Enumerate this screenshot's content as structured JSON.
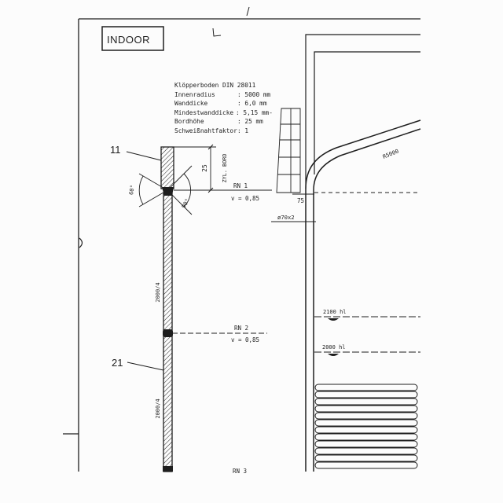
{
  "title_box": {
    "label": "INDOOR"
  },
  "spec": {
    "heading": "Klöpperboden DIN 28011",
    "rows": [
      {
        "label": "Innenradius",
        "value": ": 5000 mm"
      },
      {
        "label": "Wanddicke",
        "value": ": 6,0 mm"
      },
      {
        "label": "Mindestwanddicke",
        "value": ": 5,15 mm-"
      },
      {
        "label": "Bordhöhe",
        "value": ": 25 mm"
      },
      {
        "label": "Schweißnahtfaktor",
        "value": ": 1"
      }
    ]
  },
  "parts": {
    "upper": "11",
    "lower": "21"
  },
  "bord": {
    "height": "25",
    "label": "ZYL. BORD"
  },
  "angles": {
    "left": "60°",
    "right": "90°"
  },
  "seams": [
    {
      "name": "RN 1",
      "factor": "v = 0,85"
    },
    {
      "name": "RN 2",
      "factor": "v = 0,85"
    },
    {
      "name": "RN 3"
    }
  ],
  "wall_segments": [
    "2000/4",
    "2000/4"
  ],
  "nozzle": {
    "offset": "75",
    "size": "ø70x2"
  },
  "head": {
    "radius": "R5000"
  },
  "levels": [
    "2100 hl",
    "2000 hl"
  ],
  "colors": {
    "ink": "#1e1e1e",
    "paper": "#fcfcfc"
  }
}
